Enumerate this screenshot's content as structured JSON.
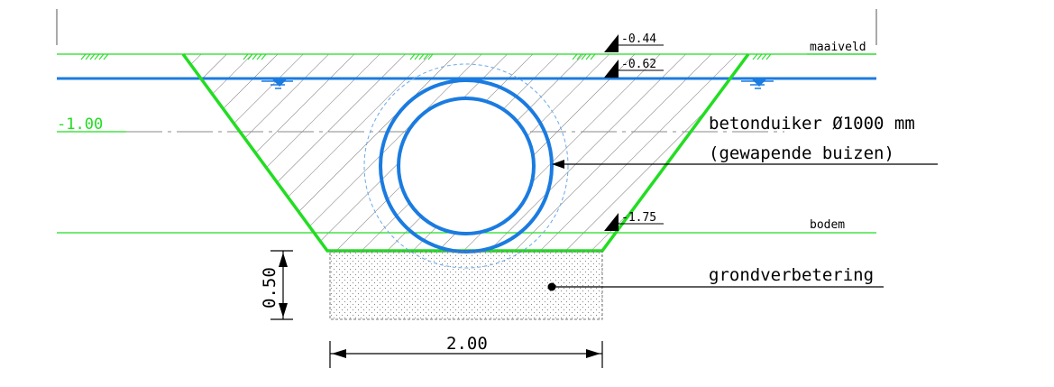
{
  "levels": {
    "maaiveld": "-0.44",
    "water": "-0.62",
    "axis": "-1.00",
    "bodem": "-1.75"
  },
  "labels": {
    "maaiveld": "maaiveld",
    "bodem": "bodem",
    "duiker_line1": "betonduiker Ø1000 mm",
    "duiker_line2": "(gewapende buizen)",
    "grondverbetering": "grondverbetering"
  },
  "dimensions": {
    "height": "0.50",
    "width": "2.00"
  },
  "colors": {
    "ground_line": "#22dd22",
    "water_line": "#1a7be0",
    "pipe": "#1a7be0",
    "hatch": "#777777",
    "ink": "#000000"
  }
}
